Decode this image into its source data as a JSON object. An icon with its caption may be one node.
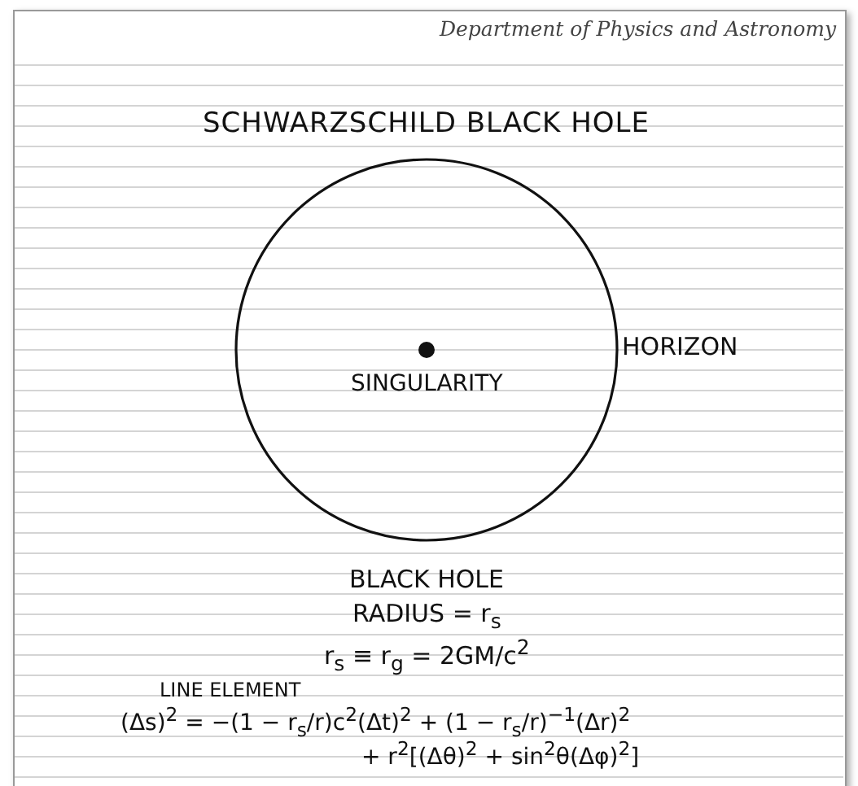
{
  "diagram": {
    "title": "SCHWARZSCHILD BLACK HOLE",
    "labels": [
      "Department of Physics and Astronomy",
      "HORIZON",
      "SINGULARITY",
      "BLACK HOLE",
      "RADIUS = r$_{s}$",
      "r$_{s}$ ≡ r$_{g}$ = 2GM/c$^{2}$",
      "LINE ELEMENT",
      "(Δs)$^{2}$ = −(1 − r$_{s}$/r)c$^{2}$(Δt)$^{2}$ + (1 − r$_{s}$/r)$^{−1}$(Δr)$^{2}$",
      "+ r$^{2}$[(Δθ)$^{2}$ + sin$^{2}$θ(Δφ)$^{2}$]"
    ]
  }
}
